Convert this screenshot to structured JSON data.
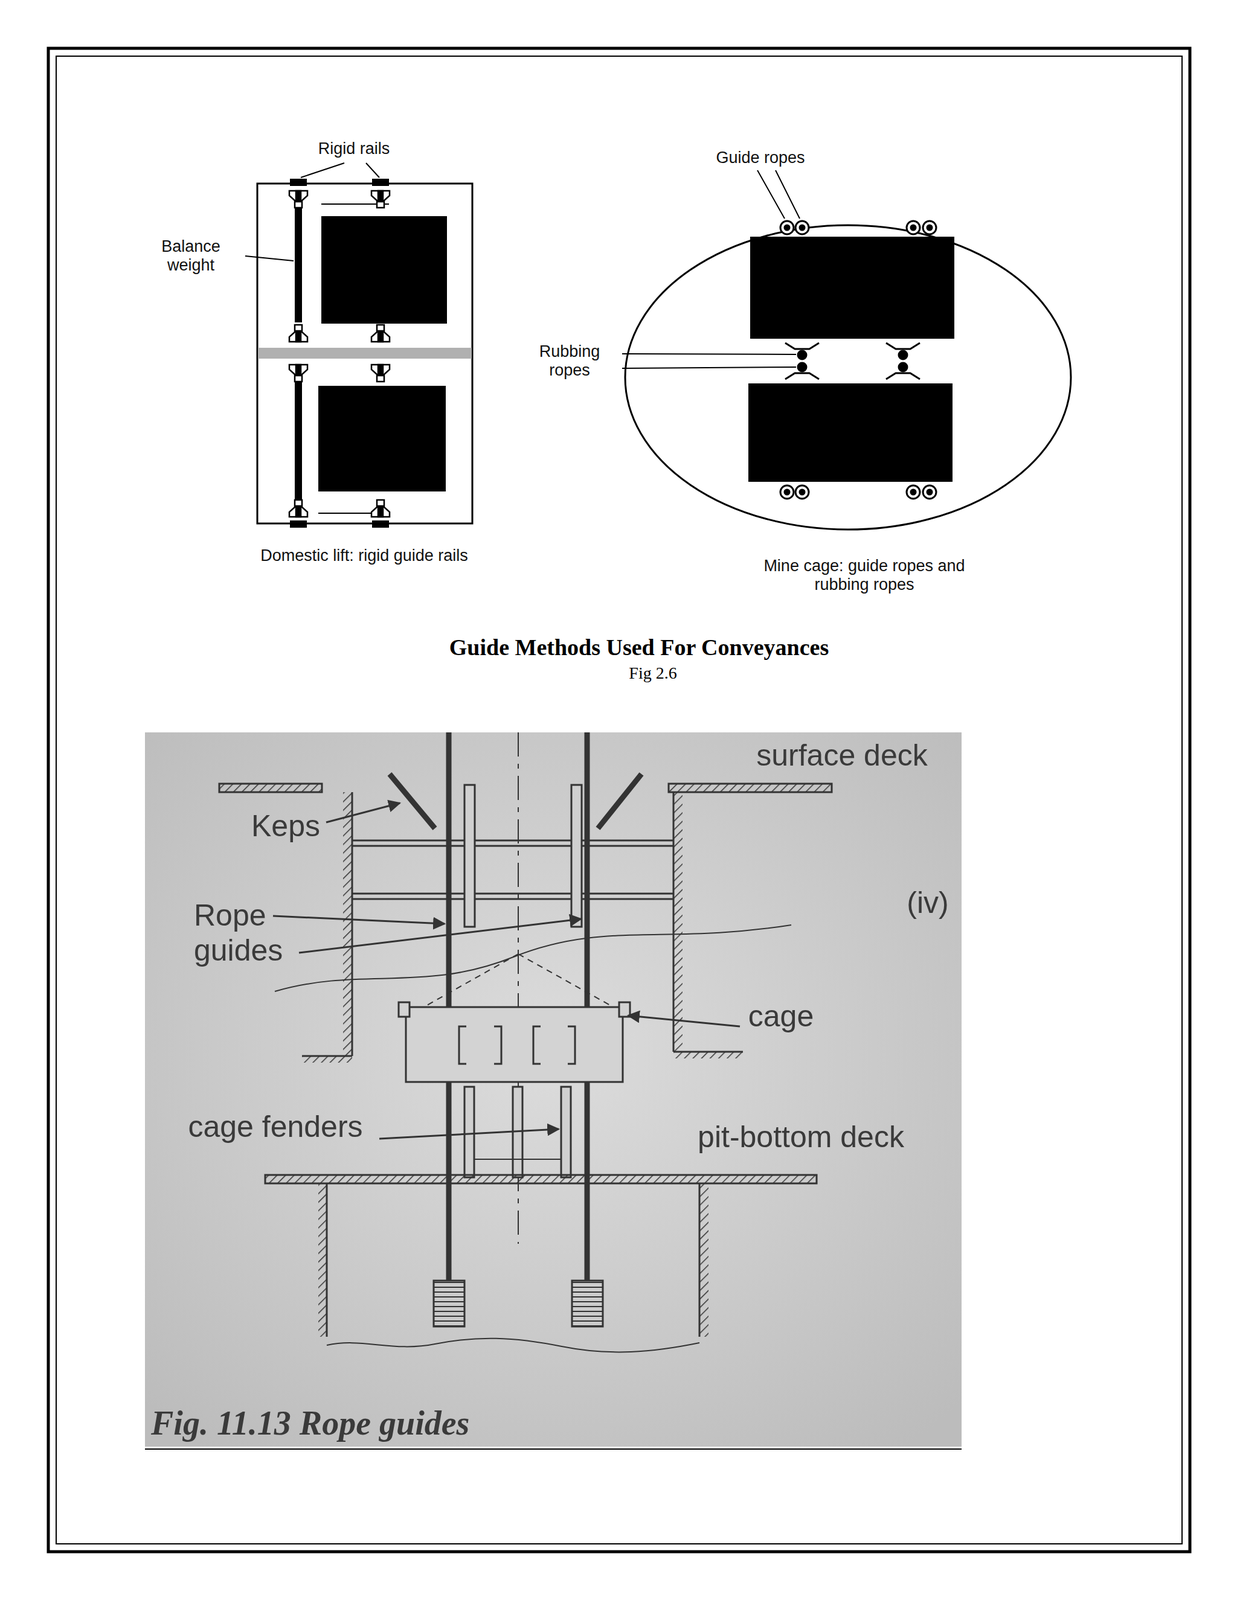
{
  "diagram": {
    "title": "Guide Methods Used For Conveyances",
    "caption": "Fig 2.6",
    "labels": [
      "Rigid rails",
      "Balance weight",
      "Domestic lift: rigid guide rails",
      "Guide ropes",
      "Rubbing ropes",
      "Mine cage: guide ropes and rubbing ropes",
      "surface deck",
      "Keps",
      "Rope guides",
      "(iv)",
      "cage",
      "cage fenders",
      "pit-bottom deck",
      "Fig. 11.13 Rope guides"
    ]
  }
}
